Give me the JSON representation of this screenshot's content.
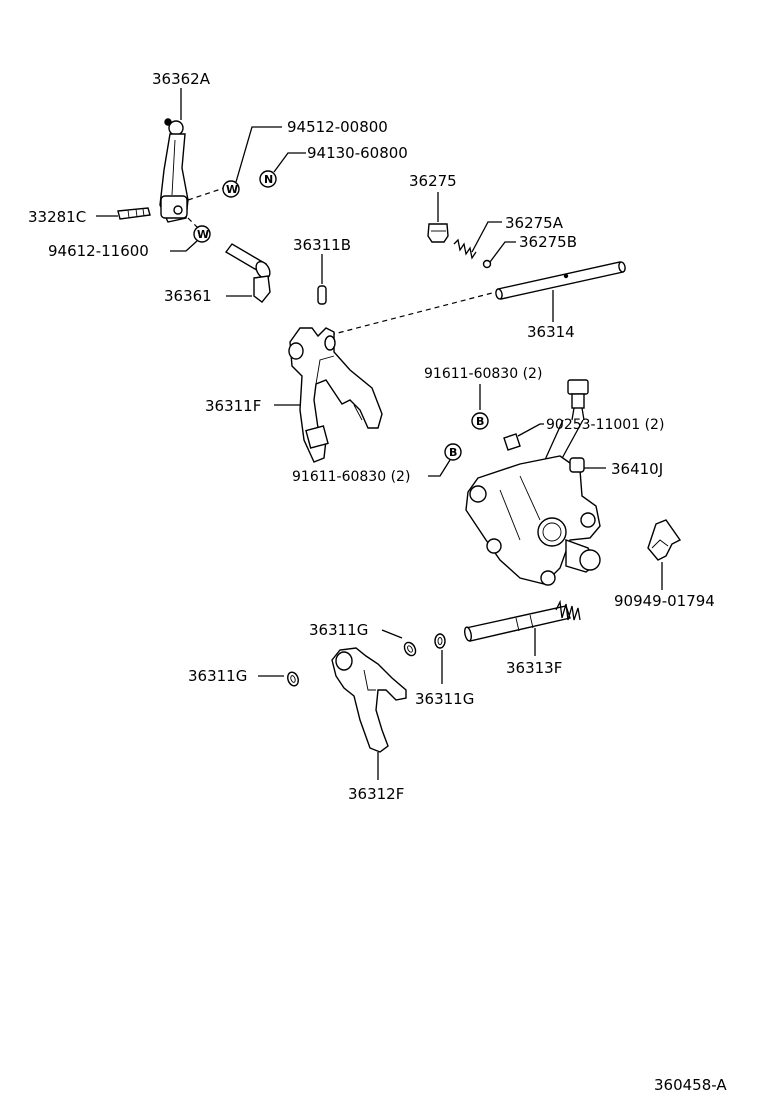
{
  "labels": {
    "p36362A": "36362A",
    "p94512": "94512-00800",
    "p94130": "94130-60800",
    "p33281C": "33281C",
    "p94612": "94612-11600",
    "p36361": "36361",
    "p36275": "36275",
    "p36275A": "36275A",
    "p36275B": "36275B",
    "p36311B": "36311B",
    "p36314": "36314",
    "p36311F": "36311F",
    "p91611a": "91611-60830 (2)",
    "p90253": "90253-11001 (2)",
    "p36410J": "36410J",
    "p91611b": "91611-60830 (2)",
    "p90949": "90949-01794",
    "p36311G_top": "36311G",
    "p36311G_left": "36311G",
    "p36311G_mid": "36311G",
    "p36313F": "36313F",
    "p36312F": "36312F",
    "figure_code": "360458-A"
  },
  "marks": {
    "w": "W",
    "n": "N",
    "b": "B"
  }
}
